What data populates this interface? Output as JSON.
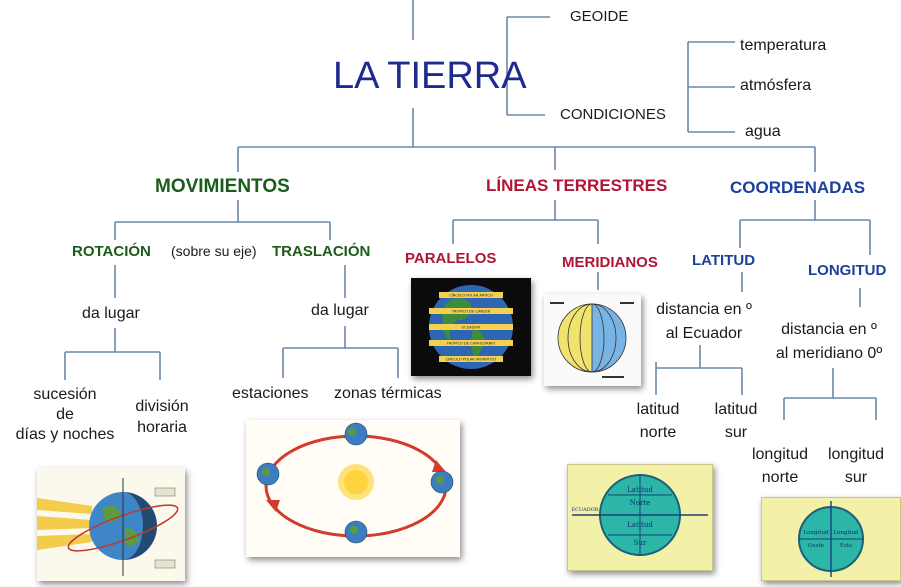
{
  "root": {
    "title": "LA TIERRA"
  },
  "top_branches": {
    "geoide": "GEOIDE",
    "condiciones": "CONDICIONES"
  },
  "condiciones_items": [
    "temperatura",
    "atmósfera",
    "agua"
  ],
  "movimientos": {
    "title": "MOVIMIENTOS",
    "rotacion": "ROTACIÓN",
    "rotacion_note": "(sobre su eje)",
    "traslacion": "TRASLACIÓN",
    "rot_da_lugar": "da lugar",
    "tras_da_lugar": "da lugar",
    "rot_effects": {
      "line1": "sucesión",
      "line2": "de",
      "line3": "días y noches",
      "div1": "división",
      "div2": "horaria"
    },
    "tras_effects": {
      "estaciones": "estaciones",
      "zonas": "zonas térmicas"
    }
  },
  "lineas": {
    "title": "LÍNEAS TERRESTRES",
    "paralelos": "PARALELOS",
    "meridianos": "MERIDIANOS",
    "paralelos_img": {
      "labels": [
        "CÍRCULO POLAR ÁRTICO",
        "TRÓPICO DE CÁNCER",
        "ECUADOR",
        "TRÓPICO DE CAPRICORNIO",
        "CÍRCULO POLAR ANTÁRTICO"
      ]
    }
  },
  "coordenadas": {
    "title": "COORDENADAS",
    "latitud": "LATITUD",
    "longitud": "LONGITUD",
    "lat_def1": "distancia en º",
    "lat_def2": "al Ecuador",
    "lon_def1": "distancia en º",
    "lon_def2": "al meridiano 0º",
    "lat_norte1": "latitud",
    "lat_norte2": "norte",
    "lat_sur1": "latitud",
    "lat_sur2": "sur",
    "lon_norte1": "longitud",
    "lon_norte2": "norte",
    "lon_sur1": "longitud",
    "lon_sur2": "sur",
    "lat_img": {
      "ecuador": "ECUADOR",
      "norte1": "Latitud",
      "norte2": "Norte",
      "sur1": "Latitud",
      "sur2": "Sur"
    },
    "lon_img": {
      "oeste1": "Longitud",
      "oeste2": "Oeste",
      "este1": "Longitud",
      "este2": "Este"
    }
  },
  "colors": {
    "title": "#1f2a8f",
    "movimientos": "#1a5c1a",
    "lineas": "#b01535",
    "coordenadas": "#1d3f9e",
    "connector": "#5b7fa8"
  }
}
